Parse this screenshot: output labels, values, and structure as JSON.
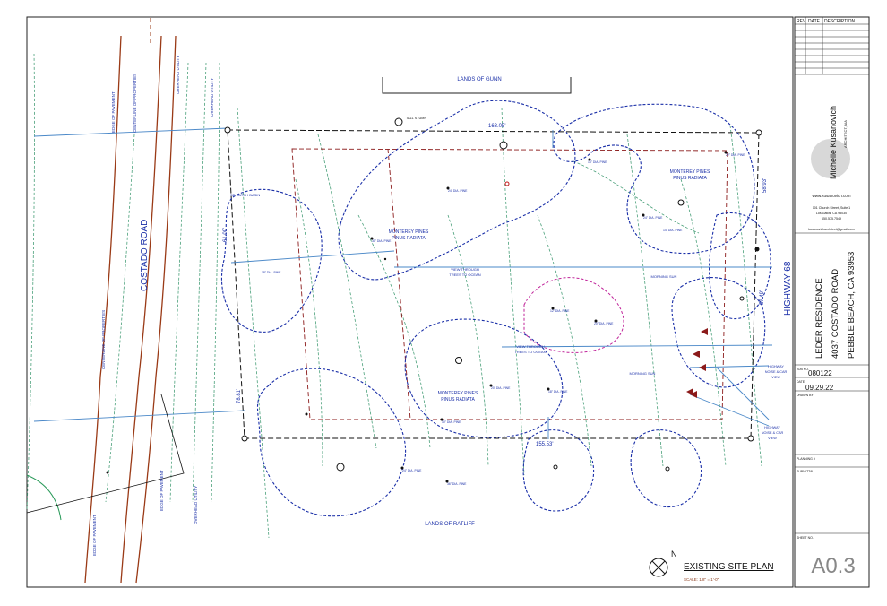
{
  "drawing": {
    "title": "EXISTING SITE PLAN",
    "scale": "SCALE: 1/8\" = 1'-0\"",
    "north": "N"
  },
  "plan": {
    "lands_north": "LANDS OF GUNN",
    "lands_south": "LANDS OF RATLIFF",
    "road": "COSTADO ROAD",
    "highway": "HIGHWAY 68",
    "dim_top": "163.05'",
    "dim_bottom": "155.53'",
    "dim_left": "78.81'",
    "dim_left2": "61.00'",
    "dim_right": "58.93'",
    "dim_right2": "57.49'",
    "stump": "TALL STUMP",
    "pines_1": "MONTEREY PINES",
    "pines_1b": "PINUS RADIATA",
    "pines_2": "MONTEREY PINES",
    "pines_2b": "PINUS RADIATA",
    "pines_3": "MONTEREY PINES",
    "pines_3b": "PINUS RADIATA",
    "view_1": "VIEW THROUGH",
    "view_1b": "TREES TO OCEAN",
    "view_2": "VIEW THROUGH",
    "view_2b": "TREES TO OCEAN",
    "sun_1": "MORNING SUN",
    "sun_2": "MORNING SUN",
    "hwy_view_1": "HIGHWAY",
    "hwy_view_1b": "NOISE & CAR",
    "hwy_view_1c": "VIEW",
    "hwy_view_2": "HIGHWAY",
    "hwy_view_2b": "NOISE & CAR",
    "hwy_view_2c": "VIEW",
    "edge_pavement_1": "EDGE OF PAVEMENT",
    "edge_pavement_2": "EDGE OF PAVEMENT",
    "centerline_1": "CENTERLINE OF PROPERTIES",
    "centerline_2": "CENTERLINE OF PROPERTIES",
    "overhead_1": "OVERHEAD UTILITY",
    "overhead_2": "OVERHEAD UTILITY",
    "sd_left": "SD CATCH BASIN",
    "tree_labels": [
      "24\" DIA. PINE",
      "30\" DIA. PINE",
      "18\" DIA. PINE",
      "16\" DIA. PINE",
      "24\" DIA. PINE",
      "20\" DIA. PINE",
      "12\" DIA. PINE",
      "18\" DIA. PINE",
      "10\" DIA. PINE",
      "24\" DIA. PINE",
      "36\" DIA. PINE",
      "20\" DIA. PINE",
      "14\" DIA. PINE",
      "22\" DIA. PINE"
    ]
  },
  "titleblock": {
    "rev_header": [
      "REV",
      "DATE",
      "DESCRIPTION"
    ],
    "architect_name": "Michelle Kusanovich",
    "architect_sub": "ARCHITECT, AIA",
    "website": "www.kusanovich.com",
    "address_1": "101 Church Street, Suite 1",
    "address_2": "Los Gatos, CA  95030",
    "phone": "650.575.7549",
    "email": "kusanovicharchitect@gmail.com",
    "project_1": "LEDER  RESIDENCE",
    "project_2": "4037 COSTADO ROAD",
    "project_3": "PEBBLE BEACH, CA 93953",
    "job_label": "JOB NO.",
    "job_no": "080122",
    "date_label": "DATE",
    "date": "09.29.22",
    "drawn_label": "DRAWN BY",
    "planning_label": "PLANNING #",
    "submittal_label": "SUBMITTAL",
    "sheet_label": "SHEET NO.",
    "sheet_no": "A0.3"
  }
}
